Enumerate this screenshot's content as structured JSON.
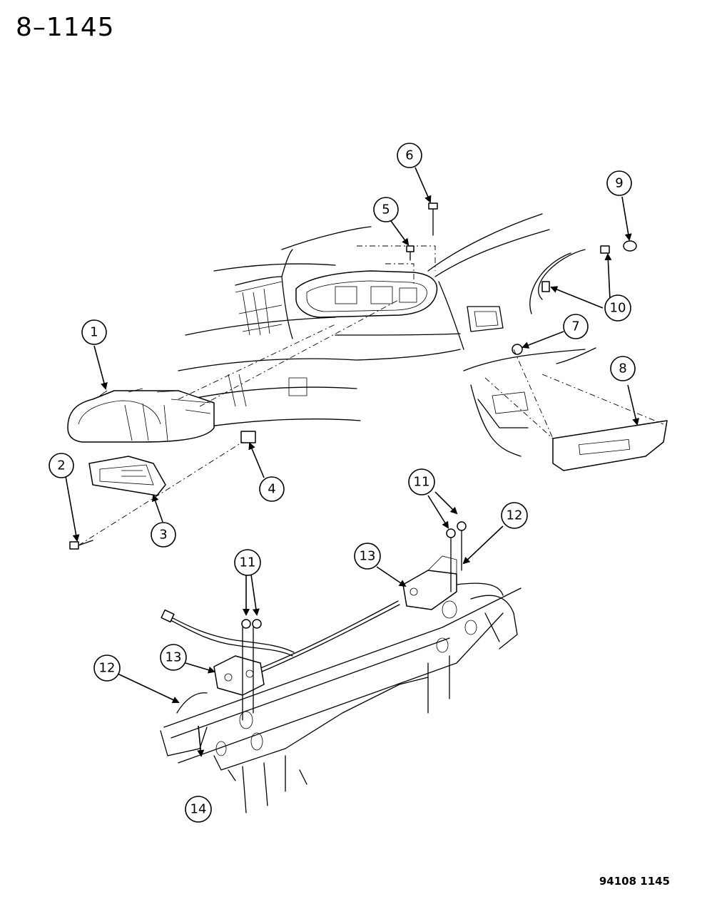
{
  "page": {
    "title": "8–1145",
    "ref_code": "94108 1145"
  },
  "callouts": [
    {
      "key": "c1",
      "label": "1"
    },
    {
      "key": "c2",
      "label": "2"
    },
    {
      "key": "c3",
      "label": "3"
    },
    {
      "key": "c4",
      "label": "4"
    },
    {
      "key": "c5",
      "label": "5"
    },
    {
      "key": "c6",
      "label": "6"
    },
    {
      "key": "c7",
      "label": "7"
    },
    {
      "key": "c8",
      "label": "8"
    },
    {
      "key": "c9",
      "label": "9"
    },
    {
      "key": "c10",
      "label": "10"
    },
    {
      "key": "c11a",
      "label": "11"
    },
    {
      "key": "c11b",
      "label": "11"
    },
    {
      "key": "c12a",
      "label": "12"
    },
    {
      "key": "c12b",
      "label": "12"
    },
    {
      "key": "c13a",
      "label": "13"
    },
    {
      "key": "c13b",
      "label": "13"
    },
    {
      "key": "c14",
      "label": "14"
    }
  ]
}
